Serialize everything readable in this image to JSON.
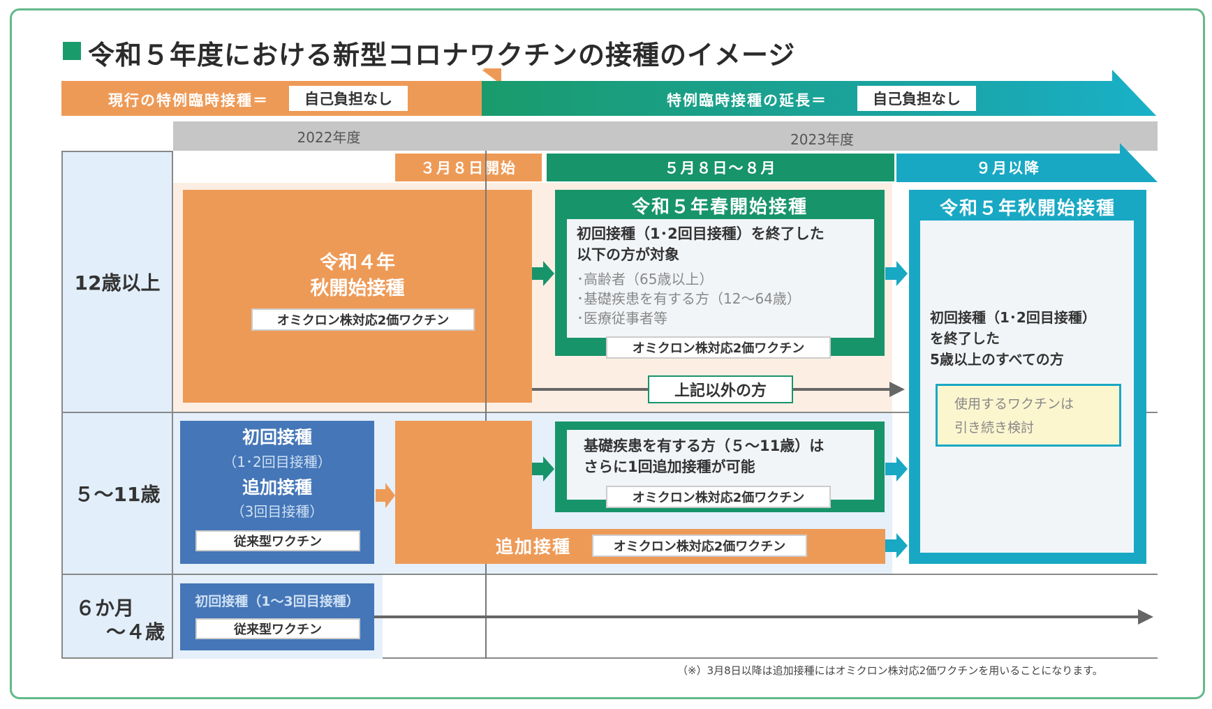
{
  "title": "令和５年度における新型コロナワクチンの接種のイメージ",
  "banners": {
    "current": {
      "label": "現行の特例臨時接種",
      "equals": "＝",
      "box": "自己負担なし"
    },
    "extension": {
      "label": "特例臨時接種の延長",
      "equals": "＝",
      "box": "自己負担なし"
    }
  },
  "years": {
    "y2022": "2022年度",
    "y2023": "2023年度"
  },
  "periods": {
    "march": "３月８日開始",
    "may_aug": "５月８日～８月",
    "sept": "９月以降"
  },
  "rows": {
    "r1": "12歳以上",
    "r2": "５～11歳",
    "r3a": "６か月",
    "r3b": "～４歳"
  },
  "r4_autumn": {
    "line1": "令和４年",
    "line2": "秋開始接種",
    "chip": "オミクロン株対応2価ワクチン"
  },
  "spring": {
    "title": "令和５年春開始接種",
    "line1": "初回接種（1･2回目接種）を終了した",
    "line2": "以下の方が対象",
    "bullets": [
      "･高齢者（65歳以上）",
      "･基礎疾患を有する方（12～64歳）",
      "･医療従事者等"
    ],
    "chip": "オミクロン株対応2価ワクチン"
  },
  "others": "上記以外の方",
  "autumn": {
    "title": "令和５年秋開始接種",
    "line1": "初回接種（1･2回目接種）",
    "line2": "を終了した",
    "line3": "5歳以上のすべての方",
    "note1": "使用するワクチンは",
    "note2": "引き続き検討"
  },
  "child": {
    "l1": "初回接種",
    "l2": "（1･2回目接種）",
    "l3": "追加接種",
    "l4": "（3回目接種）",
    "chip": "従来型ワクチン"
  },
  "child_spring": {
    "line1": "基礎疾患を有する方（５～11歳）は",
    "line2": "さらに1回追加接種が可能",
    "chip": "オミクロン株対応2価ワクチン"
  },
  "child_booster": {
    "label": "追加接種",
    "chip": "オミクロン株対応2価ワクチン"
  },
  "infant": {
    "l1": "初回接種（1～3回目接種）",
    "chip": "従来型ワクチン"
  },
  "footnote": "（※）3月8日以降は追加接種にはオミクロン株対応2価ワクチンを用いることになります。",
  "colors": {
    "orange": "#ee9a57",
    "green": "#17946a",
    "teal": "#18a8c4",
    "blue": "#4476b8"
  }
}
